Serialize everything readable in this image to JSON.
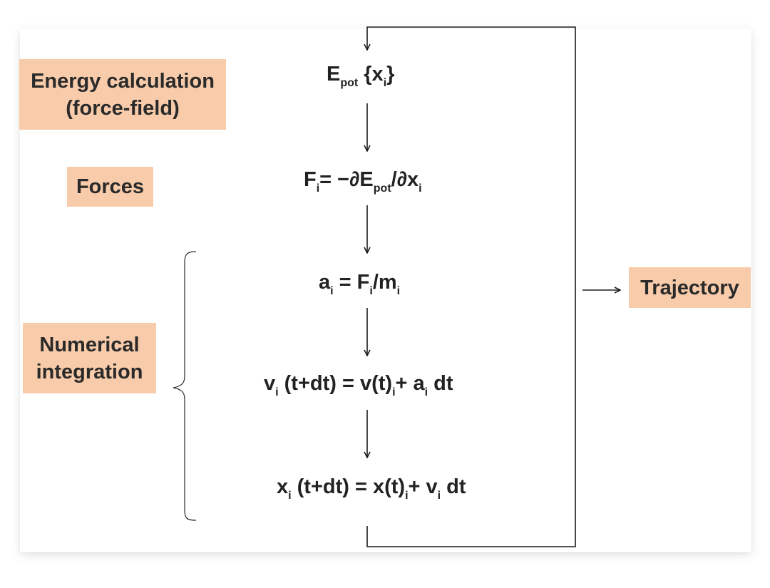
{
  "labels": {
    "energy": [
      "Energy calculation",
      "(force-field)"
    ],
    "forces": "Forces",
    "numerical": [
      "Numerical",
      "integration"
    ],
    "trajectory": "Trajectory"
  },
  "equations": {
    "energy": {
      "E": "E",
      "pot": "pot",
      "rest": " {x",
      "i": "i",
      "close": "}"
    },
    "forces": {
      "F": "F",
      "i": "i",
      "mid": "= −∂E",
      "pot": "pot",
      "slash": "/∂x",
      "i2": "i"
    },
    "accel": {
      "a": "a",
      "i": "i",
      "mid": " = F",
      "i2": "i",
      "tail": "/m",
      "i3": "i"
    },
    "velocity": {
      "v": "v",
      "i": "i",
      "mid": " (t+dt) = v(t)",
      "i2": "i",
      "plus": "+ a",
      "i3": "i",
      "tail": " dt"
    },
    "position": {
      "x": "x",
      "i": "i",
      "mid": " (t+dt) = x(t)",
      "i2": "i",
      "plus": "+ v",
      "i3": "i",
      "tail": " dt"
    }
  },
  "colors": {
    "box_fill": "#f8ccaa",
    "line": "#1a1a1a"
  }
}
